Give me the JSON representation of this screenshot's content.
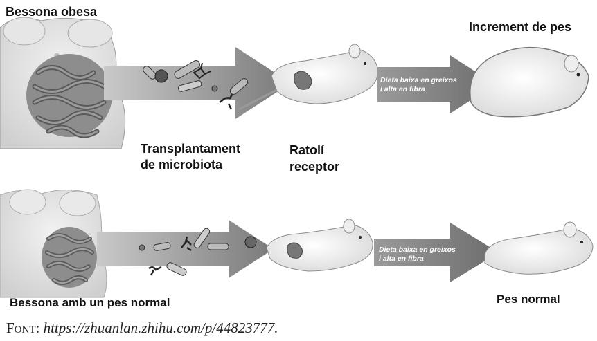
{
  "figure": {
    "top_left_label": "Bessona obesa",
    "top_right_label": "Increment de pes",
    "transplant_label_line1": "Transplantament",
    "transplant_label_line2": "de microbiota",
    "mouse_label_line1": "Ratolí",
    "mouse_label_line2": "receptor",
    "bottom_left_label": "Bessona amb un pes normal",
    "bottom_right_label": "Pes normal",
    "diet_arrow_top_line1": "Dieta baixa en greixos",
    "diet_arrow_top_line2": "i alta en fibra",
    "diet_arrow_bottom_line1": "Dieta baixa en greixos",
    "diet_arrow_bottom_line2": "i alta en fibra"
  },
  "source": {
    "prefix": "Font:",
    "url": "https://zhuanlan.zhihu.com/p/44823777."
  },
  "colors": {
    "arrow_gray": "#8a8a8a",
    "body_gray": "#e3e3e3",
    "gut_gray": "#6f6f6f",
    "mouse_fill": "#f6f6f6"
  }
}
